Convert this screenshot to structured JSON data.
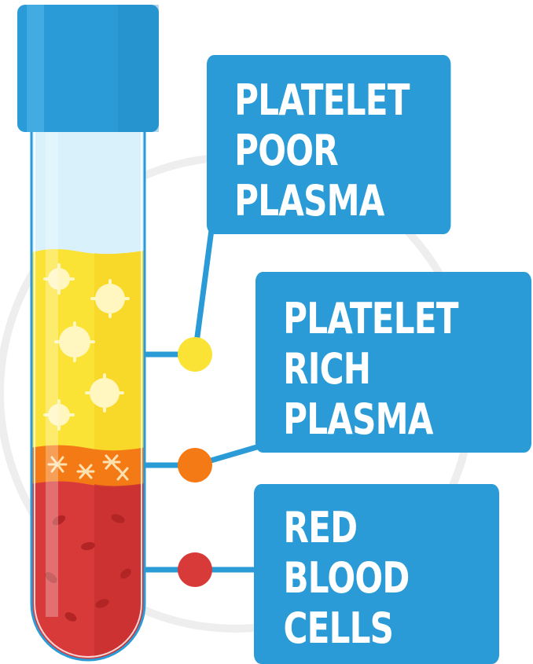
{
  "labels": {
    "platelet_poor_plasma": [
      "PLATELET",
      "POOR",
      "PLASMA"
    ],
    "platelet_rich_plasma": [
      "PLATELET",
      "RICH",
      "PLASMA"
    ],
    "red_blood_cells": [
      "RED",
      "BLOOD",
      "CELLS"
    ]
  },
  "colors": {
    "cap": "#2a9bd6",
    "label_background": "#2a9bd6",
    "connector": "#2a9bd6",
    "plasma_poor": "#d9f1fb",
    "plasma_rich": "#fbe335",
    "buffy_coat": "#f47a16",
    "red_cells": "#d83a3a",
    "marker_poor": "#fbe335",
    "marker_rich": "#f47a16",
    "marker_red": "#d83a3a"
  }
}
